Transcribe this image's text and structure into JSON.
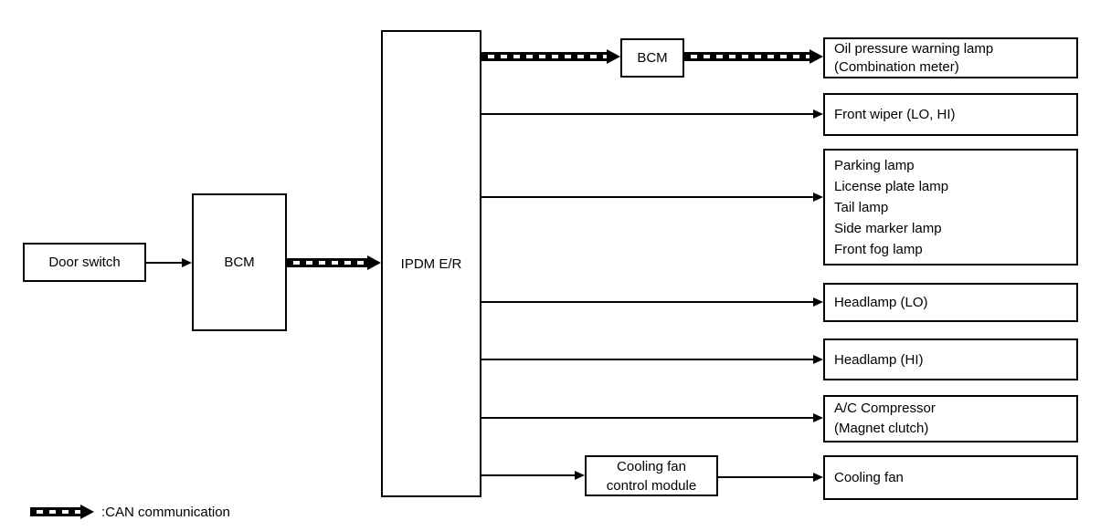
{
  "diagram": {
    "title_hint": "IPDM E/R system block diagram",
    "colors": {
      "line": "#000000",
      "background": "#ffffff"
    },
    "nodes": {
      "door_switch": {
        "label": "Door switch"
      },
      "bcm_left": {
        "label": "BCM"
      },
      "ipdm": {
        "label": "IPDM E/R"
      },
      "bcm_top": {
        "label": "BCM"
      },
      "cooling_fan_module": {
        "label": "Cooling fan\ncontrol module"
      },
      "oil_pressure": {
        "label": "Oil pressure warning lamp\n(Combination meter)"
      },
      "front_wiper": {
        "label": "Front wiper (LO, HI)"
      },
      "lamp_group": {
        "label": "Parking lamp\nLicense plate lamp\nTail lamp\nSide marker lamp\nFront fog lamp"
      },
      "headlamp_lo": {
        "label": "Headlamp (LO)"
      },
      "headlamp_hi": {
        "label": "Headlamp (HI)"
      },
      "ac_compressor": {
        "label": "A/C Compressor\n(Magnet clutch)"
      },
      "cooling_fan": {
        "label": "Cooling fan"
      }
    },
    "edges": [
      {
        "from": "Door switch",
        "to": "BCM",
        "type": "signal"
      },
      {
        "from": "BCM",
        "to": "IPDM E/R",
        "type": "can"
      },
      {
        "from": "IPDM E/R",
        "to": "BCM",
        "type": "can"
      },
      {
        "from": "BCM",
        "to": "Oil pressure warning lamp (Combination meter)",
        "type": "can"
      },
      {
        "from": "IPDM E/R",
        "to": "Front wiper (LO, HI)",
        "type": "signal"
      },
      {
        "from": "IPDM E/R",
        "to": "Parking lamp / License plate lamp / Tail lamp / Side marker lamp / Front fog lamp",
        "type": "signal"
      },
      {
        "from": "IPDM E/R",
        "to": "Headlamp (LO)",
        "type": "signal"
      },
      {
        "from": "IPDM E/R",
        "to": "Headlamp (HI)",
        "type": "signal"
      },
      {
        "from": "IPDM E/R",
        "to": "A/C Compressor (Magnet clutch)",
        "type": "signal"
      },
      {
        "from": "IPDM E/R",
        "to": "Cooling fan control module",
        "type": "signal"
      },
      {
        "from": "Cooling fan control module",
        "to": "Cooling fan",
        "type": "signal"
      }
    ],
    "legend": {
      "label": ":CAN communication"
    }
  }
}
